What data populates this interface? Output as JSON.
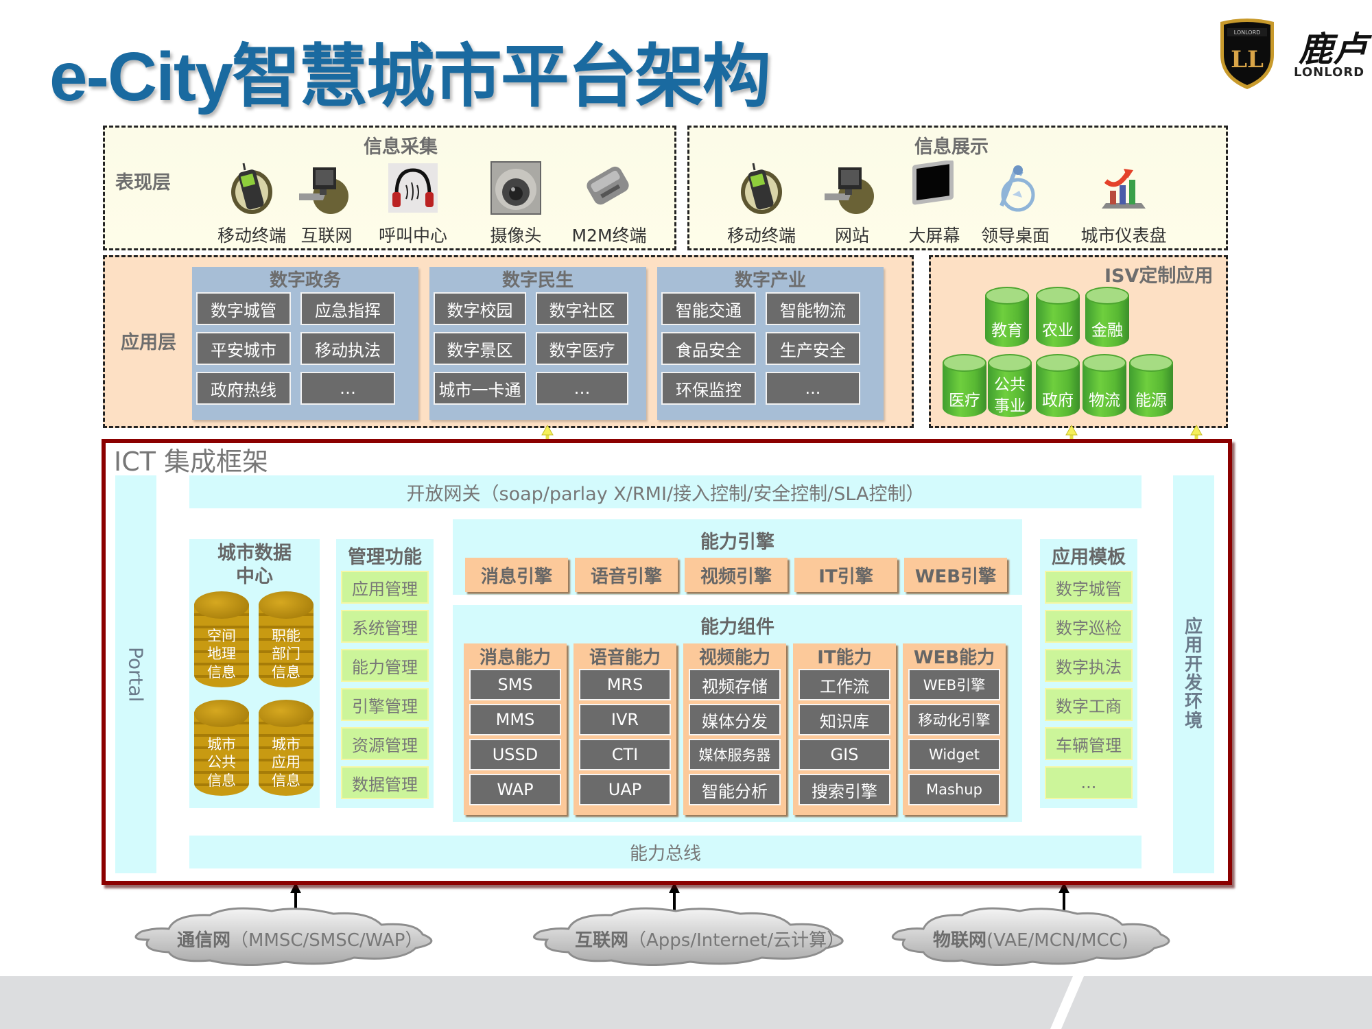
{
  "title": "e-City智慧城市平台架构",
  "logo": {
    "shield_text": "LONLORD",
    "shield_initials": "LL",
    "brand_cn": "鹿卢",
    "brand_en": "LONLORD"
  },
  "presentation_layer": {
    "label": "表现层",
    "collect": {
      "title": "信息采集",
      "items": [
        {
          "label": "移动终端",
          "icon": "mobile-phone-icon"
        },
        {
          "label": "互联网",
          "icon": "computer-icon"
        },
        {
          "label": "呼叫中心",
          "icon": "headset-icon"
        },
        {
          "label": "摄像头",
          "icon": "camera-icon"
        },
        {
          "label": "M2M终端",
          "icon": "m2m-device-icon"
        }
      ]
    },
    "display": {
      "title": "信息展示",
      "items": [
        {
          "label": "移动终端",
          "icon": "mobile-phone-icon"
        },
        {
          "label": "网站",
          "icon": "computer-icon"
        },
        {
          "label": "大屏幕",
          "icon": "monitor-icon"
        },
        {
          "label": "领导桌面",
          "icon": "desktop-globe-icon"
        },
        {
          "label": "城市仪表盘",
          "icon": "dashboard-chart-icon"
        }
      ]
    }
  },
  "application_layer": {
    "label": "应用层",
    "groups": [
      {
        "title": "数字政务",
        "cells": [
          "数字城管",
          "应急指挥",
          "平安城市",
          "移动执法",
          "政府热线",
          "…"
        ]
      },
      {
        "title": "数字民生",
        "cells": [
          "数字校园",
          "数字社区",
          "数字景区",
          "数字医疗",
          "城市一卡通",
          "…"
        ]
      },
      {
        "title": "数字产业",
        "cells": [
          "智能交通",
          "智能物流",
          "食品安全",
          "生产安全",
          "环保监控",
          "..."
        ]
      }
    ],
    "isv": {
      "title": "ISV定制应用",
      "top_row": [
        "教育",
        "农业",
        "金融"
      ],
      "bottom_row": [
        "医疗",
        "公共\n事业",
        "政府",
        "物流",
        "能源"
      ]
    }
  },
  "ict": {
    "title": "ICT 集成框架",
    "gateway": "开放网关（soap/parlay X/RMI/接入控制/安全控制/SLA控制）",
    "portal": "Portal",
    "dev_env": "应用开发环境",
    "data_center": {
      "title": "城市数据\n中心",
      "dbs": [
        "空间\n地理\n信息",
        "职能\n部门\n信息",
        "城市\n公共\n信息",
        "城市\n应用\n信息"
      ]
    },
    "management": {
      "title": "管理功能",
      "items": [
        "应用管理",
        "系统管理",
        "能力管理",
        "引擎管理",
        "资源管理",
        "数据管理"
      ]
    },
    "engines": {
      "title": "能力引擎",
      "items": [
        "消息引擎",
        "语音引擎",
        "视频引擎",
        "IT引擎",
        "WEB引擎"
      ]
    },
    "components": {
      "title": "能力组件",
      "columns": [
        {
          "title": "消息能力",
          "items": [
            "SMS",
            "MMS",
            "USSD",
            "WAP"
          ]
        },
        {
          "title": "语音能力",
          "items": [
            "MRS",
            "IVR",
            "CTI",
            "UAP"
          ]
        },
        {
          "title": "视频能力",
          "items": [
            "视频存储",
            "媒体分发",
            "媒体服务器",
            "智能分析"
          ]
        },
        {
          "title": "IT能力",
          "items": [
            "工作流",
            "知识库",
            "GIS",
            "搜索引擎"
          ]
        },
        {
          "title": "WEB能力",
          "items": [
            "WEB引擎",
            "移动化引擎",
            "Widget",
            "Mashup"
          ]
        }
      ]
    },
    "templates": {
      "title": "应用模板",
      "items": [
        "数字城管",
        "数字巡检",
        "数字执法",
        "数字工商",
        "车辆管理",
        "..."
      ]
    },
    "bus": "能力总线"
  },
  "networks": [
    {
      "name": "通信网",
      "detail": "（MMSC/SMSC/WAP）"
    },
    {
      "name": "互联网",
      "detail": "（Apps/Internet/云计算）"
    },
    {
      "name": "物联网",
      "detail": "(VAE/MCN/MCC)"
    }
  ],
  "colors": {
    "title": "#1a6aa0",
    "frame": "#8b0000",
    "arrow_yellow": "#f5f05a",
    "cyan": "#d4fbfd",
    "peach": "#fde0c4",
    "blue_group": "#a7bed6",
    "orange": "#fcc99a",
    "green_cell": "#ccf59a"
  }
}
